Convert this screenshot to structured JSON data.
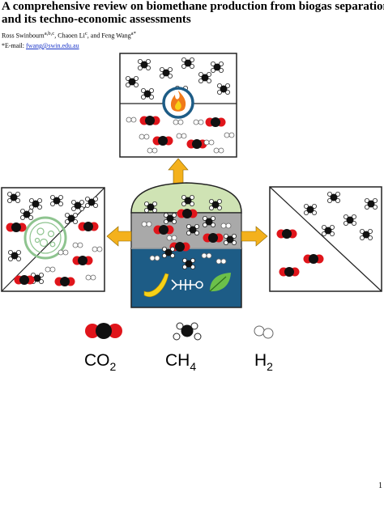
{
  "paper": {
    "title_line1": "A comprehensive review on biomethane production from biogas separation",
    "title_line2": "and its techno-economic assessments",
    "authors": "Ross Swinbourn",
    "authors_sup1": "a,b,c",
    "authors_mid": ", Chaoen Li",
    "authors_sup2": "c",
    "authors_end": ", and Feng Wang",
    "authors_sup3": "a*",
    "email_label": "*E-mail: ",
    "email": "fwang@swin.edu.au",
    "page_number": "1"
  },
  "legend": {
    "co2": "CO",
    "co2_sub": "2",
    "ch4": "CH",
    "ch4_sub": "4",
    "h2": "H",
    "h2_sub": "2"
  },
  "colors": {
    "co2_red": "#e0151b",
    "co2_black": "#111111",
    "arrow_orange": "#f4b11c",
    "dome_green": "#cfe3b4",
    "gas_gray": "#a9a9a9",
    "liquid_blue": "#1d5c86",
    "membrane_green": "#8ec48f",
    "flame_orange": "#f07a1a",
    "leaf_green": "#6cc04a",
    "banana_yellow": "#f7d117"
  }
}
